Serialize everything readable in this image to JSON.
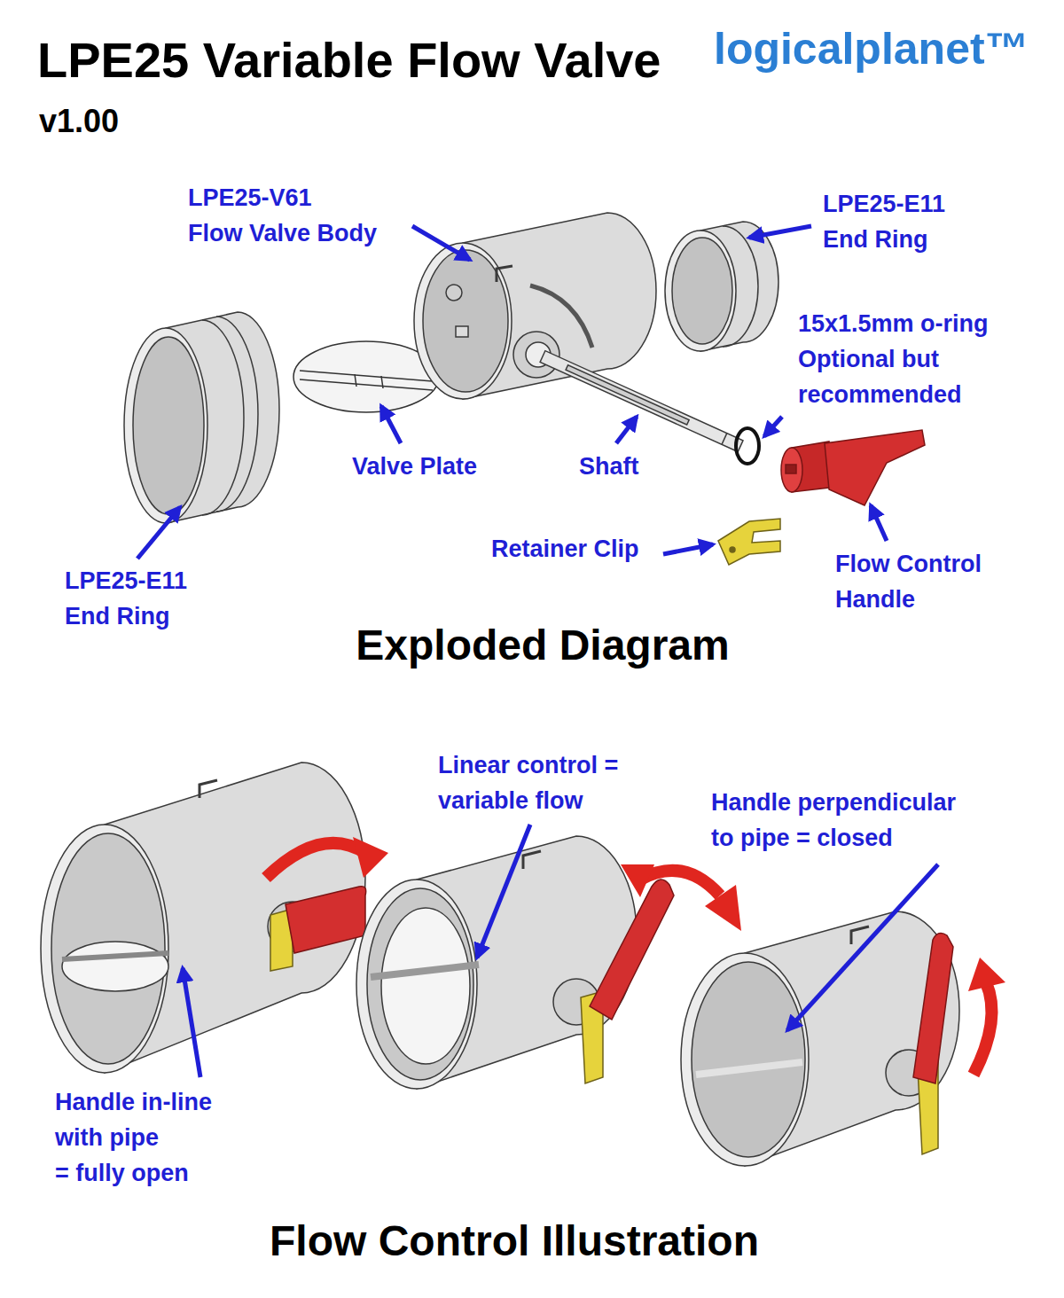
{
  "diagram": {
    "title": "LPE25 Variable Flow Valve",
    "labels": [
      "v1.00",
      "logicalplanet™",
      "LPE25-V61 Flow Valve Body",
      "LPE25-E11 End Ring",
      "15x1.5mm o-ring Optional but recommended",
      "Valve Plate",
      "Shaft",
      "Retainer Clip",
      "Flow Control Handle",
      "LPE25-E11 End Ring",
      "Exploded Diagram",
      "Linear control = variable flow",
      "Handle perpendicular to pipe = closed",
      "Handle in-line with pipe = fully open",
      "Flow Control Illustration"
    ]
  }
}
